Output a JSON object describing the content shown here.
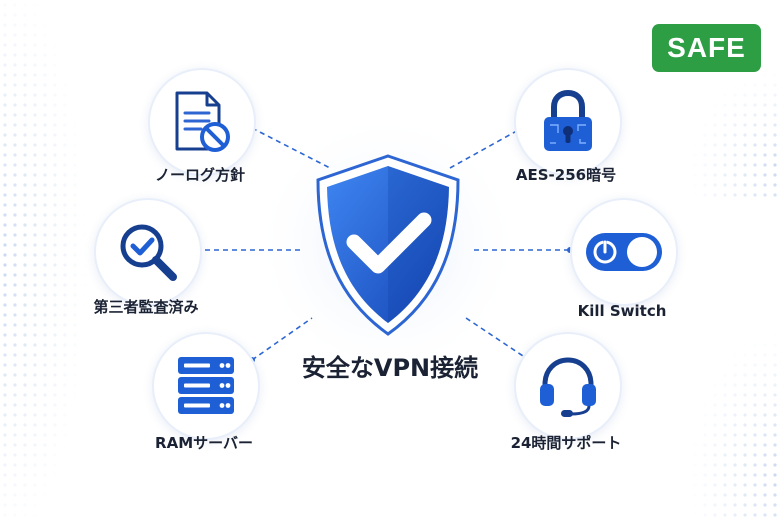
{
  "badge": {
    "text": "SAFE",
    "color": "#2e9e45"
  },
  "title": "安全なVPN接続",
  "colors": {
    "accent": "#1f5fd6",
    "accent_dark": "#173f8f",
    "connector": "#2d66d3"
  },
  "center_icon": "shield-check-icon",
  "features": [
    {
      "label": "ノーログ方針",
      "icon": "no-log-document-icon"
    },
    {
      "label": "AES-256暗号",
      "icon": "padlock-icon"
    },
    {
      "label": "第三者監査済み",
      "icon": "magnifier-check-icon"
    },
    {
      "label": "Kill Switch",
      "icon": "toggle-switch-icon"
    },
    {
      "label": "RAMサーバー",
      "icon": "server-stack-icon"
    },
    {
      "label": "24時間サポート",
      "icon": "headset-icon"
    }
  ]
}
